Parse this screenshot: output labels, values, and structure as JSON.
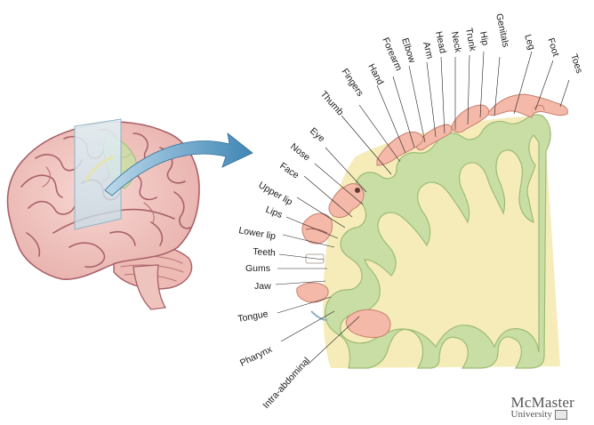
{
  "labels": [
    {
      "id": "toes",
      "text": "Toes"
    },
    {
      "id": "foot",
      "text": "Foot"
    },
    {
      "id": "leg",
      "text": "Leg"
    },
    {
      "id": "genitals",
      "text": "Genitals"
    },
    {
      "id": "hip",
      "text": "Hip"
    },
    {
      "id": "trunk",
      "text": "Trunk"
    },
    {
      "id": "neck",
      "text": "Neck"
    },
    {
      "id": "head",
      "text": "Head"
    },
    {
      "id": "arm",
      "text": "Arm"
    },
    {
      "id": "elbow",
      "text": "Elbow"
    },
    {
      "id": "forearm",
      "text": "Forearm"
    },
    {
      "id": "hand",
      "text": "Hand"
    },
    {
      "id": "fingers",
      "text": "Fingers"
    },
    {
      "id": "thumb",
      "text": "Thumb"
    },
    {
      "id": "eye",
      "text": "Eye"
    },
    {
      "id": "nose",
      "text": "Nose"
    },
    {
      "id": "face",
      "text": "Face"
    },
    {
      "id": "upper_lip",
      "text": "Upper lip"
    },
    {
      "id": "lips",
      "text": "Lips"
    },
    {
      "id": "lower_lip",
      "text": "Lower lip"
    },
    {
      "id": "teeth",
      "text": "Teeth"
    },
    {
      "id": "gums",
      "text": "Gums"
    },
    {
      "id": "jaw",
      "text": "Jaw"
    },
    {
      "id": "tongue",
      "text": "Tongue"
    },
    {
      "id": "pharynx",
      "text": "Pharynx"
    },
    {
      "id": "intra_abdominal",
      "text": "Intra-abdominal"
    }
  ],
  "logo": {
    "name": "McMaster",
    "sub": "University"
  },
  "colors": {
    "cortex": "#c9dea5",
    "cortex_edge": "#9dbb74",
    "white_matter": "#f5ecb9",
    "brain": "#f2c9c4",
    "brain_edge": "#a8626a",
    "arrow": "#3f86b5",
    "homunculus": "#f4b9a8",
    "plane": "#cfe3ec"
  }
}
